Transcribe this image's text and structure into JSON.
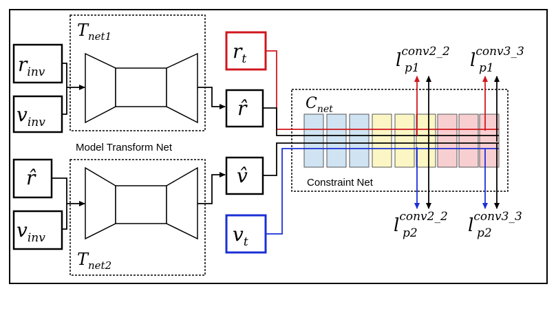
{
  "inputs": {
    "r_inv": {
      "base": "r",
      "sub": "inv"
    },
    "v_inv_top": {
      "base": "v",
      "sub": "inv"
    },
    "r_hat": {
      "base": "r̂"
    },
    "v_inv_bottom": {
      "base": "v",
      "sub": "inv"
    }
  },
  "nets": {
    "t_net1": {
      "base": "T",
      "sub": "net1"
    },
    "t_net2": {
      "base": "T",
      "sub": "net2"
    },
    "model_transform_label": "Model Transform Net",
    "c_net": {
      "base": "C",
      "sub": "net"
    },
    "constraint_label": "Constraint Net"
  },
  "outputs": {
    "r_hat": {
      "base": "r̂"
    },
    "v_hat": {
      "base": "v̂"
    },
    "r_t": {
      "base": "r",
      "sub": "t"
    },
    "v_t": {
      "base": "v",
      "sub": "t"
    }
  },
  "losses": {
    "p1_conv2_2": {
      "base": "l",
      "sup": "conv2_2",
      "sub": "p1"
    },
    "p1_conv3_3": {
      "base": "l",
      "sup": "conv3_3",
      "sub": "p1"
    },
    "p2_conv2_2": {
      "base": "l",
      "sup": "conv2_2",
      "sub": "p2"
    },
    "p2_conv3_3": {
      "base": "l",
      "sup": "conv3_3",
      "sub": "p2"
    }
  },
  "colors": {
    "red": "#d0161d",
    "blue": "#1a2fd6",
    "block_blue": "#cfe3f2",
    "block_yellow": "#fbf6c4",
    "block_pink": "#f8cfd1"
  }
}
